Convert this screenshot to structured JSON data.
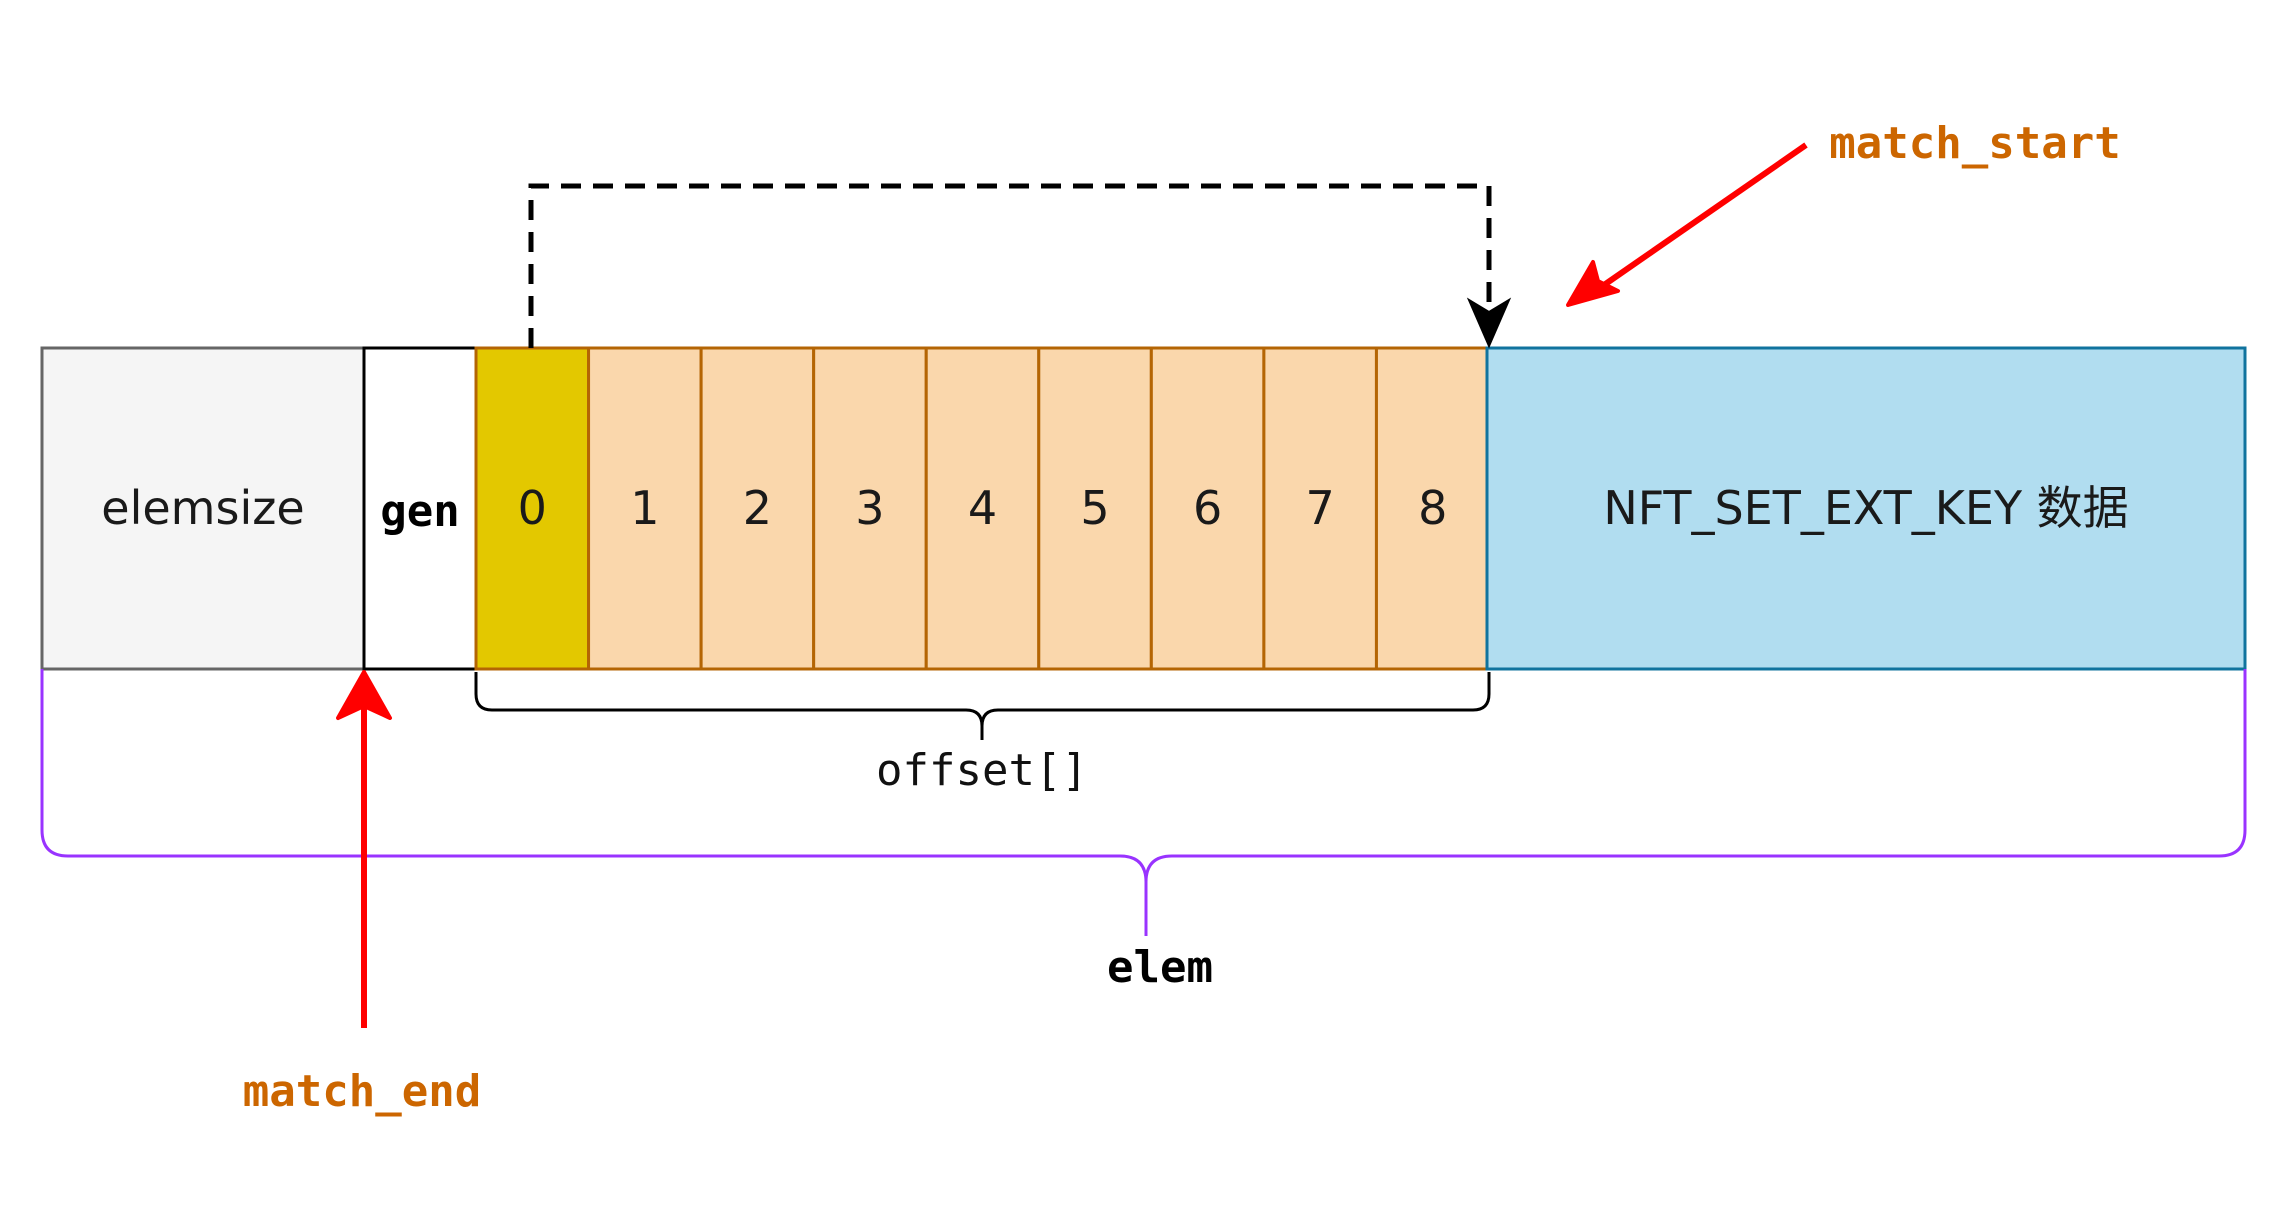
{
  "cells": {
    "elemsize": "elemsize",
    "gen": "gen",
    "offsets": [
      "0",
      "1",
      "2",
      "3",
      "4",
      "5",
      "6",
      "7",
      "8"
    ],
    "key_data": "NFT_SET_EXT_KEY 数据"
  },
  "labels": {
    "offset": "offset[]",
    "elem": "elem",
    "match_start": "match_start",
    "match_end": "match_end"
  },
  "colors": {
    "elemsize_fill": "#f5f5f5",
    "elemsize_stroke": "#666666",
    "gen_fill": "#ffffff",
    "gen_stroke": "#000000",
    "offset0_fill": "#e3c800",
    "offset_fill": "#fad7ac",
    "offset_stroke": "#b46504",
    "key_fill": "#b1ddf0",
    "key_stroke": "#10739e",
    "elem_brace": "#9933ff",
    "arrow_red": "#ff0000",
    "label_orange": "#cc6600"
  }
}
